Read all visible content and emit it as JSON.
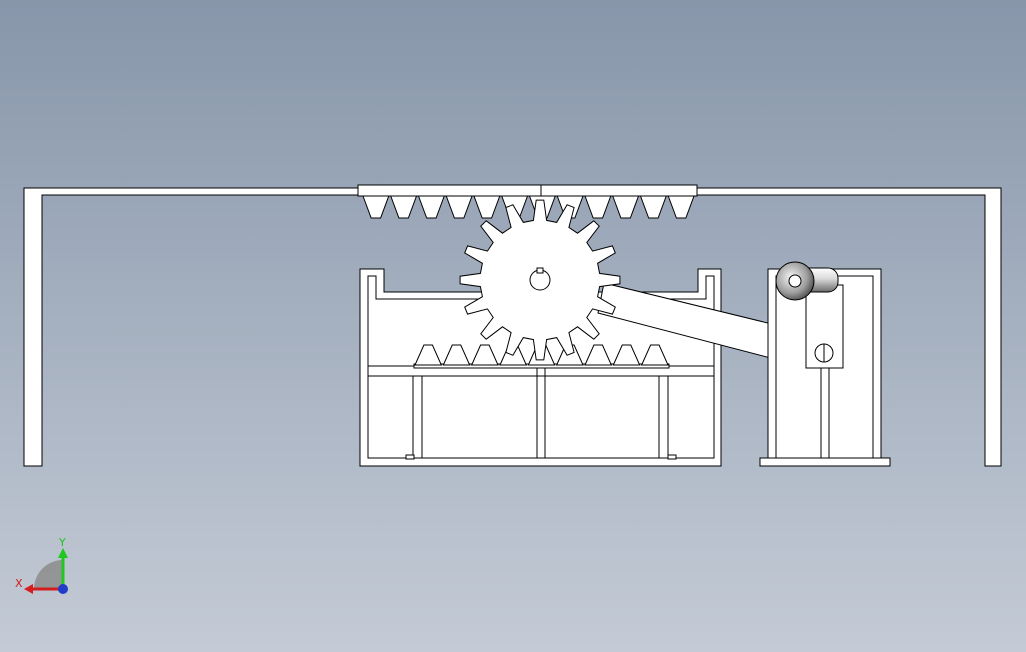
{
  "viewport": {
    "background_top": "#8796aa",
    "background_bottom": "#c4cbd6"
  },
  "triad": {
    "x_label": "X",
    "y_label": "Y",
    "x_color": "#d21e1e",
    "y_color": "#1ec81e",
    "z_color": "#1e3cc8"
  },
  "gear": {
    "teeth": 16
  },
  "upper_rack": {
    "teeth": 12
  },
  "lower_rack": {
    "teeth": 9
  }
}
